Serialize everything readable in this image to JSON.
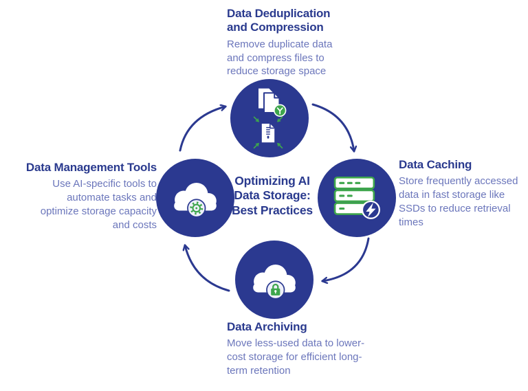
{
  "diagram_type": "circular-cycle-infographic",
  "colors": {
    "navy_circle": "#2b3990",
    "heading_text": "#2a3a8e",
    "body_text": "#6b76bb",
    "accent_green": "#3ea64c",
    "badge_background": "#eef0fa",
    "background": "#ffffff"
  },
  "center": {
    "title": "Optimizing AI Data Storage: Best Practices",
    "title_lines": [
      "Optimizing AI",
      "Data Storage:",
      "Best Practices"
    ]
  },
  "nodes": {
    "top": {
      "title": "Data Deduplication and Compression",
      "description": "Remove duplicate data and compress files to reduce storage space",
      "icon": "duplicate-documents-merge-and-zip-compress-icon"
    },
    "right": {
      "title": "Data Caching",
      "description": "Store frequently accessed data in fast storage like SSDs to reduce retrieval times",
      "icon": "server-stack-lightning-icon"
    },
    "bottom": {
      "title": "Data Archiving",
      "description": "Move less-used data to lower-cost storage for efficient long-term retention",
      "icon": "cloud-lock-icon"
    },
    "left": {
      "title": "Data Management Tools",
      "description": "Use AI-specific tools to automate tasks and optimize storage capacity and costs",
      "icon": "cloud-gear-icon"
    }
  },
  "flow": {
    "direction": "clockwise",
    "arrows": [
      "left-to-top",
      "top-to-right",
      "right-to-bottom",
      "bottom-to-left"
    ]
  }
}
